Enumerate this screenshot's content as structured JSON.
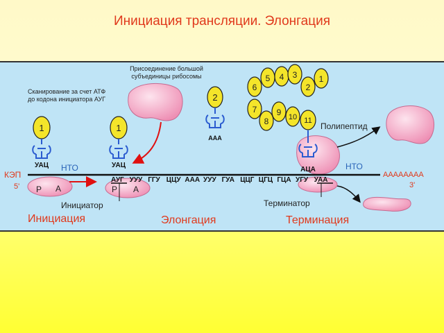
{
  "title": "Инициация трансляции. Элонгация",
  "labels": {
    "large_subunit": [
      "Присоединение большой",
      "субъединицы рибосомы"
    ],
    "scanning": [
      "Сканирование за счет АТФ",
      "до кодона инициатора АУГ"
    ],
    "cap": "КЭП",
    "five_prime": "5'",
    "three_prime": "3'",
    "nto_left": "НТО",
    "nto_right": "НТО",
    "polyA": "АААААААА",
    "polypeptide": "Полипептид",
    "initiator": "Инициатор",
    "terminator": "Терминатор",
    "stage_initiation": "Инициация",
    "stage_elongation": "Элонгация",
    "stage_termination": "Терминация"
  },
  "trnas": [
    {
      "number": "1",
      "anticodon": "УАЦ"
    },
    {
      "number": "1",
      "anticodon": "УАЦ"
    },
    {
      "number": "2",
      "anticodon": "ААА"
    },
    {
      "number": "11",
      "anticodon": "АЦА"
    }
  ],
  "ribosome_sites": {
    "p": "Р",
    "a": "А"
  },
  "codons": [
    "АУГ",
    "УУУ",
    "ГГУ",
    "ЦЦУ",
    "ААА",
    "УУУ",
    "ГУА",
    "ЦЦГ",
    "ЦГЦ",
    "ГЦА",
    "УГУ",
    "УАА"
  ],
  "chain_beads": [
    "1",
    "2",
    "3",
    "4",
    "5",
    "6",
    "7",
    "8",
    "9",
    "10"
  ],
  "colors": {
    "title": "#e0391c",
    "stage_label": "#e0391c",
    "nto": "#2a64b8",
    "ribosome": "#f2a0c0",
    "bead": "#f4e52a",
    "trna": "#2a5bd0",
    "panel": "#bfe4f6",
    "arrow": "#e01010"
  }
}
